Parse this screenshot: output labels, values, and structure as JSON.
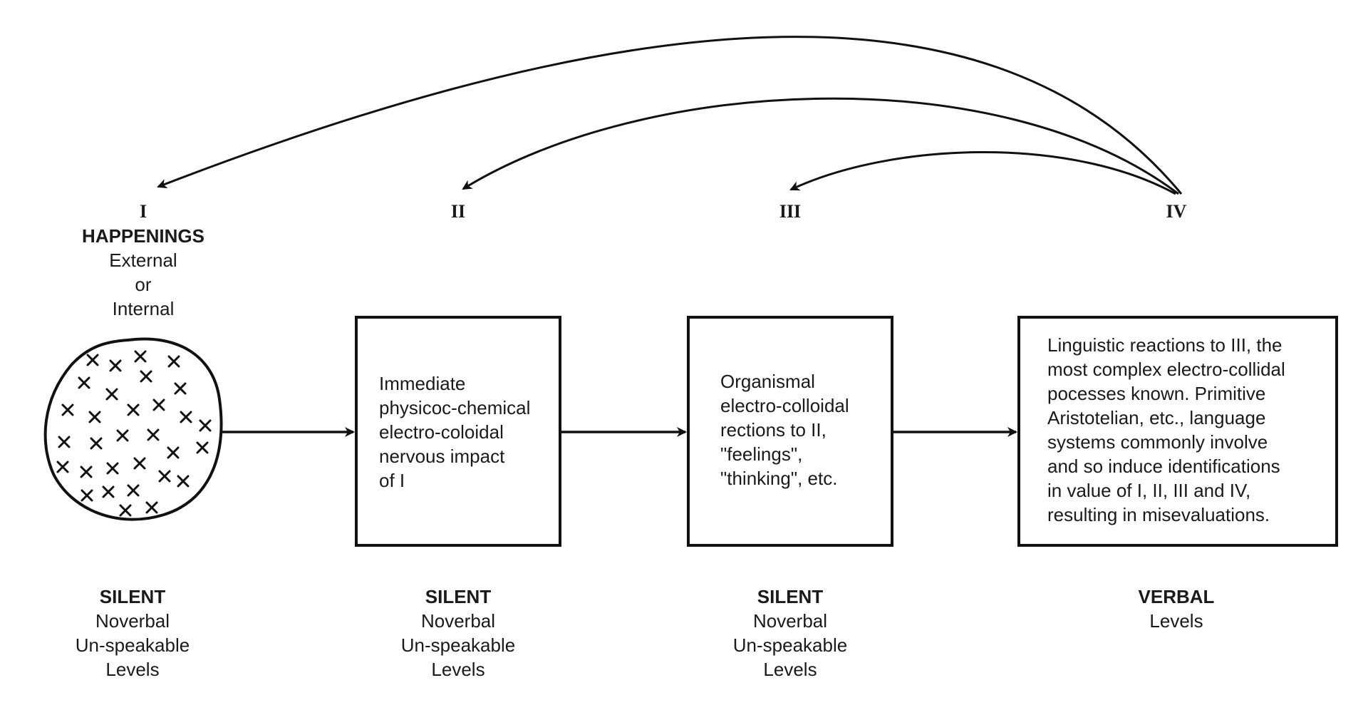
{
  "stages": [
    {
      "numeral": "I",
      "heading": "HAPPENINGS",
      "sublines": [
        "External",
        "or",
        "Internal"
      ],
      "bottom_title": "SILENT",
      "bottom_lines": [
        "Noverbal",
        "Un-speakable",
        "Levels"
      ]
    },
    {
      "numeral": "II",
      "box_lines": [
        "Immediate",
        "physicoc-chemical",
        "electro-coloidal",
        "nervous impact",
        "of I"
      ],
      "bottom_title": "SILENT",
      "bottom_lines": [
        "Noverbal",
        "Un-speakable",
        "Levels"
      ]
    },
    {
      "numeral": "III",
      "box_lines": [
        "Organismal",
        "electro-colloidal",
        "rections to II,",
        "\"feelings\",",
        "\"thinking\", etc."
      ],
      "bottom_title": "SILENT",
      "bottom_lines": [
        "Noverbal",
        "Un-speakable",
        "Levels"
      ]
    },
    {
      "numeral": "IV",
      "box_lines": [
        "Linguistic reactions to III, the",
        "most complex electro-collidal",
        "pocesses known. Primitive",
        "Aristotelian, etc., language",
        "systems commonly involve",
        "and so induce identifications",
        "in value of I, II, III and IV,",
        "resulting in misevaluations."
      ],
      "bottom_title": "VERBAL",
      "bottom_lines": [
        "Levels"
      ]
    }
  ]
}
